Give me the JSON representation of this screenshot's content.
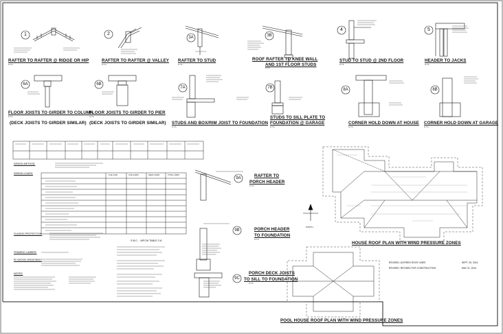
{
  "details": [
    {
      "id": "1",
      "title": "RAFTER TO RAFTER @ RIDGE OR HIP",
      "scale": "N.T.S."
    },
    {
      "id": "2",
      "title": "RAFTER TO RAFTER @ VALLEY",
      "scale": "N.T.S."
    },
    {
      "id": "3A",
      "title": "RAFTER TO STUD",
      "scale": "N.T.S."
    },
    {
      "id": "3B",
      "title": "ROOF RAFTER TO KNEE WALL",
      "title2": "AND 1ST FLOOR STUDS",
      "scale": "N.T.S."
    },
    {
      "id": "4",
      "title": "STUD TO STUD @ 2ND FLOOR",
      "scale": "N.T.S."
    },
    {
      "id": "5",
      "title": "HEADER TO JACKS",
      "scale": "N.T.S."
    },
    {
      "id": "6A",
      "title": "FLOOR JOISTS TO GIRDER TO COLUMN",
      "title2": "(DECK JOISTS TO GIRDER SIMILAR)",
      "scale": "N.T.S."
    },
    {
      "id": "6B",
      "title": "FLOOR JOISTS TO GIRDER TO PIER",
      "title2": "(DECK JOISTS TO GIRDER SIMILAR)",
      "scale": "N.T.S."
    },
    {
      "id": "7A",
      "title": "STUDS AND BOX/RIM JOIST TO FOUNDATION",
      "scale": "N.T.S."
    },
    {
      "id": "7B",
      "title": "STUDS TO SILL PLATE TO",
      "title2": "FOUNDATION @ GARAGE",
      "scale": "N.T.S."
    },
    {
      "id": "8A",
      "title": "CORNER HOLD DOWN AT HOUSE",
      "scale": "N.T.S."
    },
    {
      "id": "8B",
      "title": "CORNER HOLD DOWN AT GARAGE",
      "scale": "N.T.S."
    },
    {
      "id": "9A",
      "title": "RAFTER TO",
      "title2": "PORCH HEADER",
      "scale": "N.T.S."
    },
    {
      "id": "9B",
      "title": "PORCH HEADER",
      "title2": "TO FOUNDATION",
      "scale": "N.T.S."
    },
    {
      "id": "9C",
      "title": "PORCH DECK JOISTS",
      "title2": "TO SILL TO FOUNDATION",
      "scale": "N.T.S."
    }
  ],
  "plans": {
    "house": "HOUSE ROOF PLAN WITH WIND PRESSURE ZONES",
    "pool": "POOL HOUSE ROOF PLAN WITH WIND PRESSURE ZONES",
    "north": "NORTH"
  },
  "revisions": [
    {
      "text": "REVISED: ALTERED ROOF LINES",
      "date": "SEPT. 30, 2014"
    },
    {
      "text": "REVISED: REVISED FOR CONSTRUCTION",
      "date": "MAY 21, 2014"
    }
  ],
  "left_notes": {
    "design_method": "DESIGN METHOD:",
    "design_loads": "DESIGN LOADS:",
    "glazing": "GLAZING PROTECTION:",
    "framing": "FRAMING LUMBER:",
    "plywood": "PLYWOOD SHEATHING:",
    "notes": "NOTES:",
    "sbc": "S.B.C. - WFCM TABLE 2.8",
    "load_headers": [
      "LIVE LOAD",
      "LIVE LOADS",
      "DEAD LOADS",
      "TOTAL LOADS"
    ]
  }
}
